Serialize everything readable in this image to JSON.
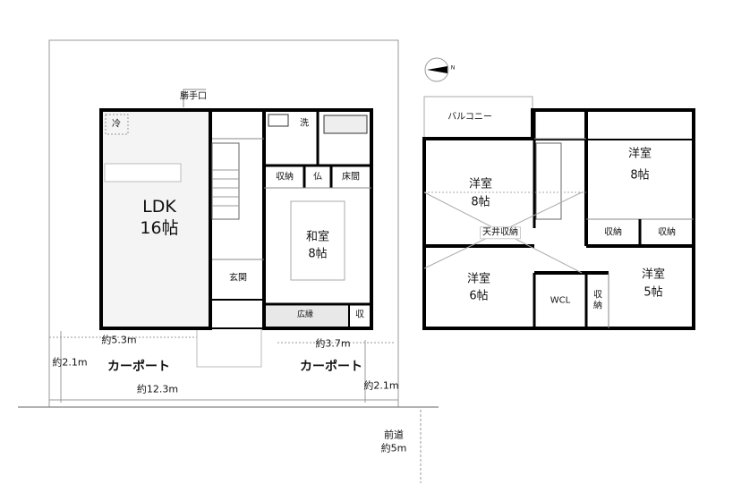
{
  "floor1": {
    "ldk": {
      "name": "LDK",
      "size": "16帖"
    },
    "fridge": "冷",
    "back_door": "勝手口",
    "washer": "洗",
    "storage": "収納",
    "butsuma": "仏",
    "tokonoma": "床間",
    "washitsu": {
      "name": "和室",
      "size": "8帖"
    },
    "entrance": "玄関",
    "engawa": "広縁",
    "small_storage": "収"
  },
  "floor2": {
    "balcony": "バルコニー",
    "room_nw": {
      "name": "洋室",
      "size": "8帖"
    },
    "room_ne": {
      "name": "洋室",
      "size": "8帖"
    },
    "ceiling_storage": "天井収納",
    "storage_a": "収納",
    "storage_b": "収納",
    "room_sw": {
      "name": "洋室",
      "size": "6帖"
    },
    "wcl": "WCL",
    "storage_c": "収納",
    "room_se": {
      "name": "洋室",
      "size": "5帖"
    },
    "compass": "N"
  },
  "site": {
    "dim_left_width": "約5.3m",
    "dim_right_width": "約3.7m",
    "dim_depth_left": "約2.1m",
    "dim_depth_right": "約2.1m",
    "dim_total": "約12.3m",
    "carport_left": "カーポート",
    "carport_right": "カーポート",
    "road_label": "前道",
    "road_width": "約5m"
  }
}
